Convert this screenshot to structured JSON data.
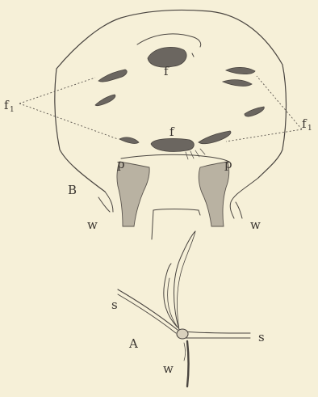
{
  "colors": {
    "paper": "#f6f0d8",
    "ink": "#4a4540",
    "shade": "#b9b2a2",
    "dark_fill": "#6b6660"
  },
  "figure": {
    "labels": {
      "f_top": "f",
      "f_center": "f",
      "f1_left": "f",
      "f1_left_sub": "1",
      "f1_right": "f",
      "f1_right_sub": "1",
      "p_left": "p",
      "p_right": "p",
      "B": "B",
      "w_left": "w",
      "w_right": "w",
      "A": "A",
      "s_left": "s",
      "s_right": "s",
      "w_bottom": "w"
    }
  }
}
